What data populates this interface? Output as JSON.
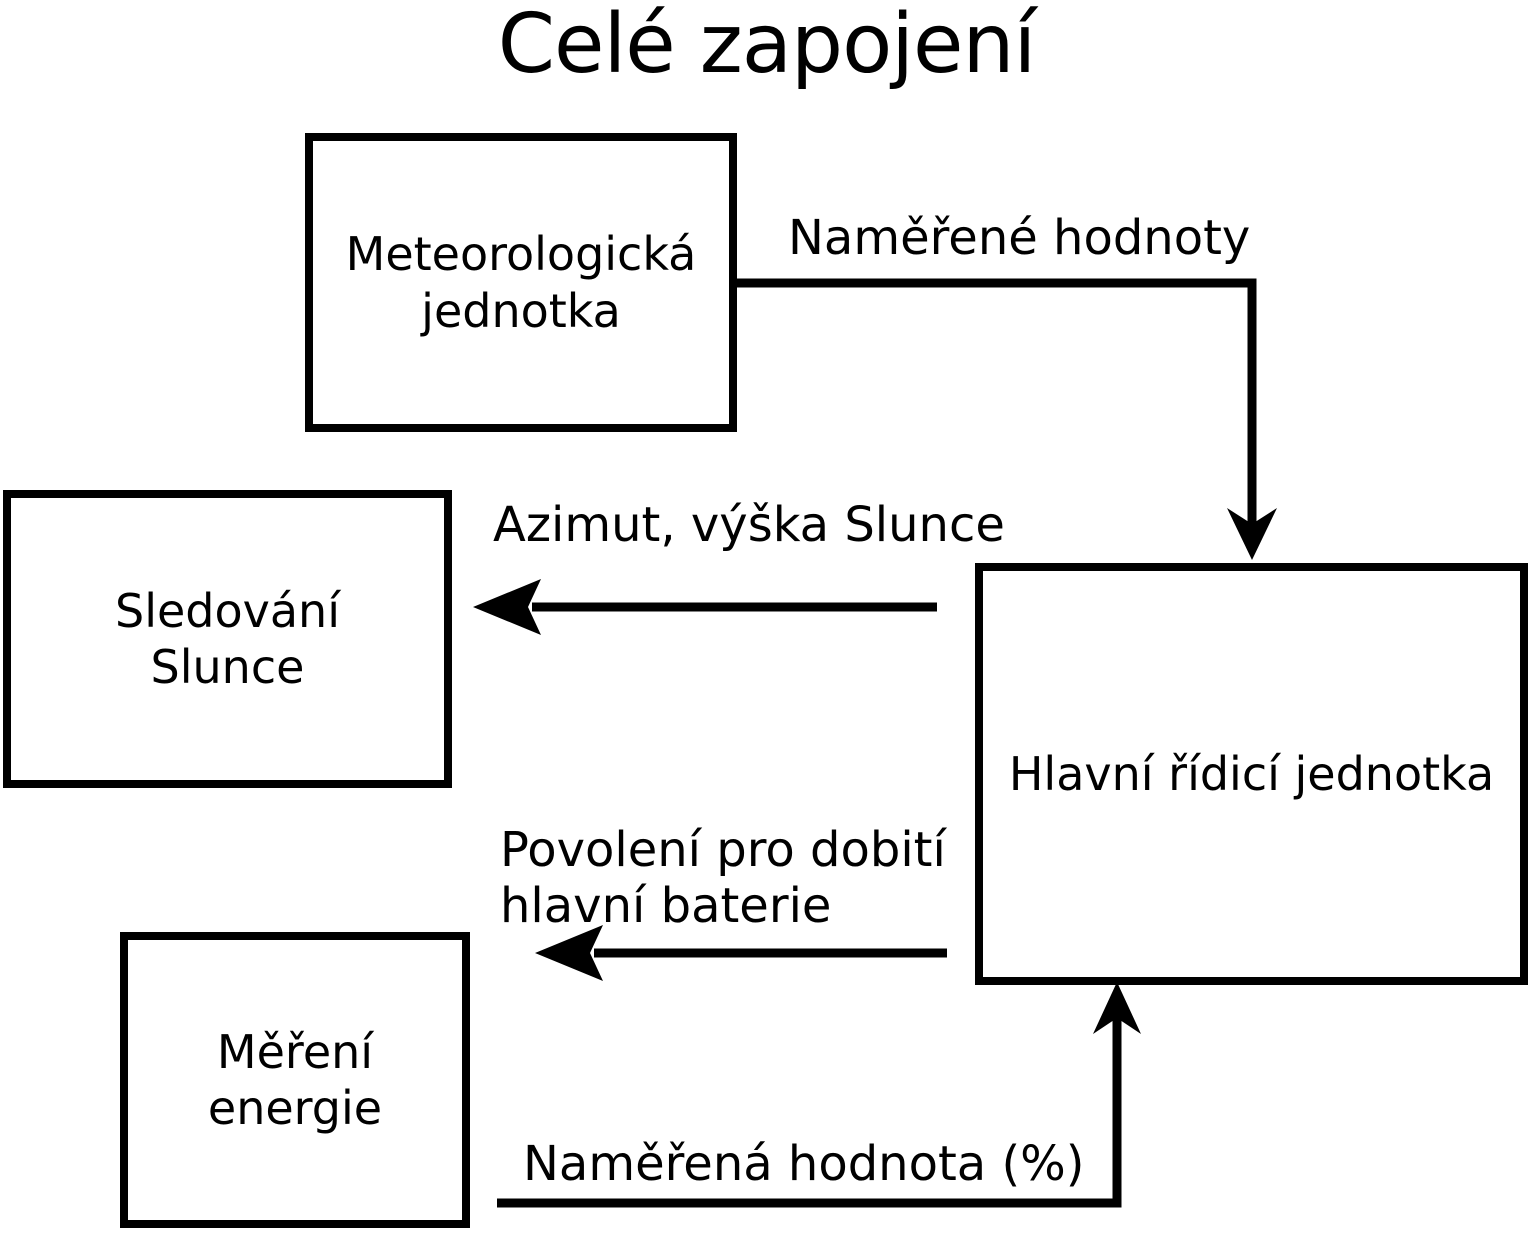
{
  "title": "Celé zapojení",
  "colors": {
    "ink": "#000000",
    "background": "#ffffff"
  },
  "nodes": {
    "meteo": {
      "label": "Meteorologická\njednotka"
    },
    "sledovani": {
      "label": "Sledování\nSlunce"
    },
    "hlavni": {
      "label": "Hlavní řídicí jednotka"
    },
    "mereni": {
      "label": "Měření\nenergie"
    }
  },
  "edges": {
    "namerene_hodnoty": {
      "label": "Naměřené hodnoty"
    },
    "azimut": {
      "label": "Azimut, výška Slunce"
    },
    "povoleni": {
      "label": "Povolení pro dobití\nhlavní baterie"
    },
    "namerena_hodnota": {
      "label": "Naměřená hodnota (%)"
    }
  }
}
